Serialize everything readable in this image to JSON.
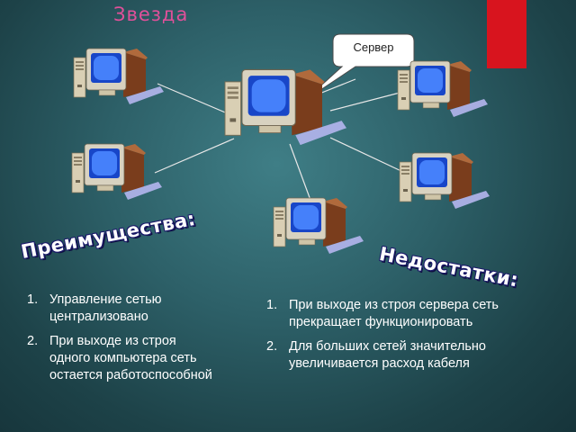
{
  "title": "Звезда",
  "server_label": "Сервер",
  "advantages": {
    "heading": "Преимущества:",
    "items": [
      {
        "num": "1.",
        "text": "Управление сетью централизовано"
      },
      {
        "num": "2.",
        "text": "При выходе из строя одного компьютера сеть остается работоспособной"
      }
    ]
  },
  "disadvantages": {
    "heading": "Недостатки:",
    "items": [
      {
        "num": "1.",
        "text": "При выходе из строя сервера сеть прекращает функционировать"
      },
      {
        "num": "2.",
        "text": "Для больших сетей значительно увеличивается расход кабеля"
      }
    ]
  },
  "colors": {
    "title": "#e0509a",
    "accent_bar": "#d8141e",
    "heading_outline": "#1b1b6a",
    "cable": "#e8e8e8"
  },
  "icons": [
    "server-computer-icon",
    "workstation-computer-icon"
  ]
}
